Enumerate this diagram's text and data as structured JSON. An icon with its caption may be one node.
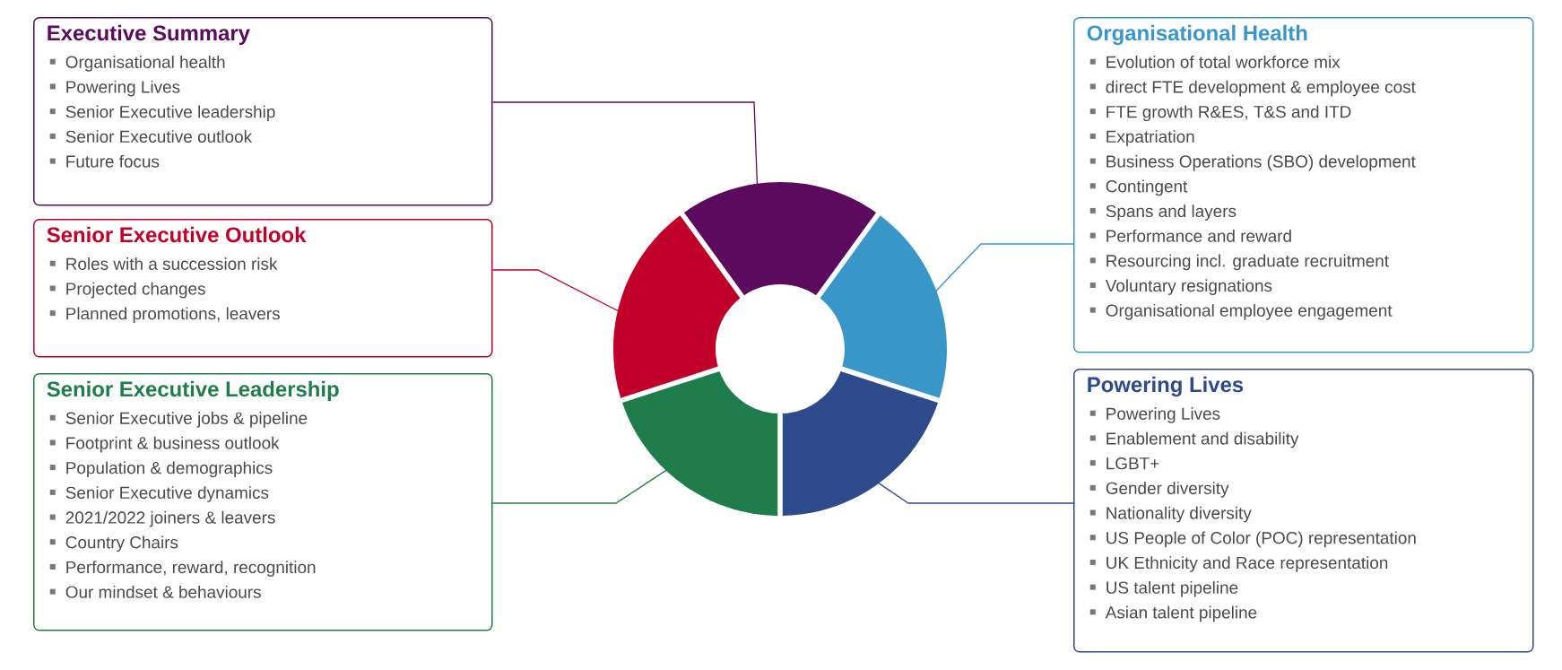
{
  "diagram": {
    "nodes": [
      {
        "text": [
          "Executive Summary",
          "Organisational health",
          "Powering Lives",
          "Senior Executive leadership",
          "Senior Executive outlook",
          "Future focus"
        ]
      },
      {
        "text": [
          "Senior Executive Outlook",
          "Roles with a succession risk",
          "Projected changes",
          "Planned promotions, leavers"
        ]
      },
      {
        "text": [
          "Senior Executive Leadership",
          "Senior Executive jobs & pipeline",
          "Footprint & business outlook",
          "Population & demographics",
          "Senior Executive dynamics",
          "2021/2022 joiners & leavers",
          "Country Chairs",
          "Performance, reward, recognition",
          "Our mindset & behaviours"
        ]
      },
      {
        "text": [
          "Organisational Health",
          "Evolution of total workforce mix",
          "direct FTE development & employee cost",
          "FTE growth R&ES, T&S and ITD",
          "Expatriation",
          "Business Operations (SBO) development",
          "Contingent",
          "Spans and layers",
          "Performance and reward",
          "Resourcing incl. graduate recruitment",
          "Voluntary resignations",
          "Organisational employee engagement"
        ]
      },
      {
        "text": [
          "Powering Lives",
          "Powering Lives",
          "Enablement and disability",
          "LGBT+",
          "Gender diversity",
          "Nationality diversity",
          "US People of Color (POC) representation",
          "UK Ethnicity and Race representation",
          "US talent pipeline",
          "Asian talent pipeline"
        ]
      },
      {
        "text": [],
        "shape": "arc"
      },
      {
        "text": [],
        "shape": "arc"
      },
      {
        "text": [],
        "shape": "arc"
      },
      {
        "text": [],
        "shape": "arc"
      },
      {
        "text": [],
        "shape": "arc"
      }
    ],
    "edges": [
      {
        "from": 0,
        "to": 7,
        "arrow": "none",
        "color": "#5c0a5e"
      },
      {
        "from": 1,
        "to": 5,
        "arrow": "none",
        "color": "#c00029"
      },
      {
        "from": 2,
        "to": 6,
        "arrow": "none",
        "color": "#1e7d4b"
      },
      {
        "from": 3,
        "to": 9,
        "arrow": "none",
        "color": "#3896c9"
      },
      {
        "from": 4,
        "to": 8,
        "arrow": "none",
        "color": "#2d4a8b"
      }
    ]
  }
}
